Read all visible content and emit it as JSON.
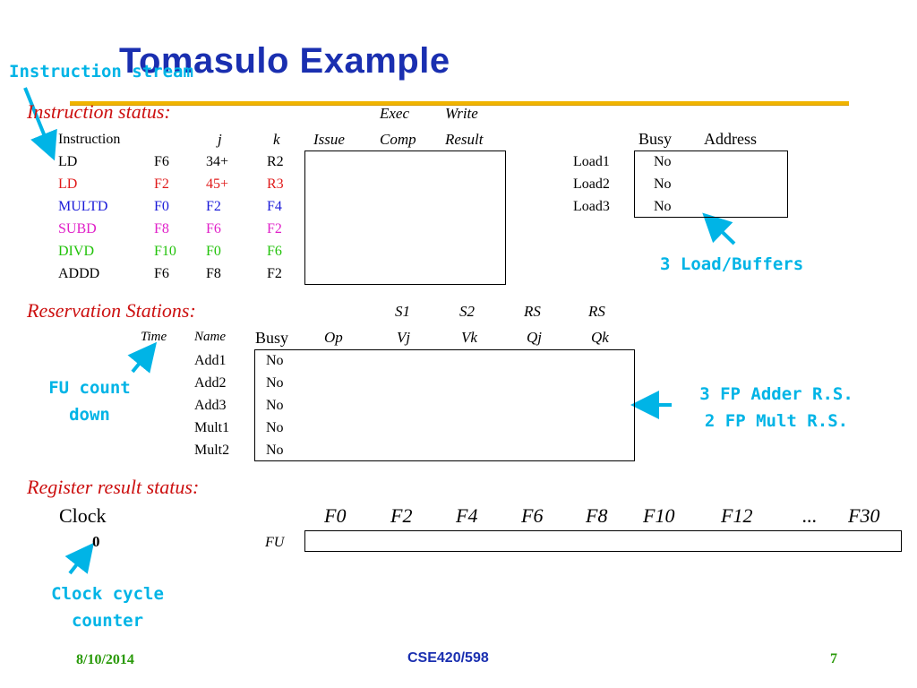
{
  "slide": {
    "title": "Tomasulo Example",
    "footer": {
      "date": "8/10/2014",
      "course": "CSE420/598",
      "page": "7"
    }
  },
  "annotations": {
    "instruction_stream": "Instruction stream",
    "load_buffers": "3 Load/Buffers",
    "fu_count_line1": "FU count",
    "fu_count_line2": "down",
    "rs_line1": "3 FP Adder R.S.",
    "rs_line2": "2 FP Mult R.S.",
    "clock_line1": "Clock cycle",
    "clock_line2": "counter"
  },
  "instruction_status": {
    "heading": "Instruction status:",
    "top_headers": {
      "exec": "Exec",
      "write": "Write"
    },
    "headers": {
      "instruction": "Instruction",
      "j": "j",
      "k": "k",
      "issue": "Issue",
      "comp": "Comp",
      "result": "Result"
    },
    "rows": [
      {
        "op": "LD",
        "dest": "F6",
        "j": "34+",
        "k": "R2",
        "color": "#000000"
      },
      {
        "op": "LD",
        "dest": "F2",
        "j": "45+",
        "k": "R3",
        "color": "#e01b1b"
      },
      {
        "op": "MULTD",
        "dest": "F0",
        "j": "F2",
        "k": "F4",
        "color": "#1a1ad8"
      },
      {
        "op": "SUBD",
        "dest": "F8",
        "j": "F6",
        "k": "F2",
        "color": "#e020c8"
      },
      {
        "op": "DIVD",
        "dest": "F10",
        "j": "F0",
        "k": "F6",
        "color": "#22c20a"
      },
      {
        "op": "ADDD",
        "dest": "F6",
        "j": "F8",
        "k": "F2",
        "color": "#000000"
      }
    ]
  },
  "load_buffers": {
    "headers": {
      "busy": "Busy",
      "address": "Address"
    },
    "rows": [
      {
        "name": "Load1",
        "busy": "No"
      },
      {
        "name": "Load2",
        "busy": "No"
      },
      {
        "name": "Load3",
        "busy": "No"
      }
    ]
  },
  "reservation_stations": {
    "heading": "Reservation Stations:",
    "top_headers": {
      "s1": "S1",
      "s2": "S2",
      "rs1": "RS",
      "rs2": "RS"
    },
    "headers": {
      "time": "Time",
      "name": "Name",
      "busy": "Busy",
      "op": "Op",
      "vj": "Vj",
      "vk": "Vk",
      "qj": "Qj",
      "qk": "Qk"
    },
    "rows": [
      {
        "name": "Add1",
        "busy": "No"
      },
      {
        "name": "Add2",
        "busy": "No"
      },
      {
        "name": "Add3",
        "busy": "No"
      },
      {
        "name": "Mult1",
        "busy": "No"
      },
      {
        "name": "Mult2",
        "busy": "No"
      }
    ]
  },
  "register_status": {
    "heading": "Register result status:",
    "clock_label": "Clock",
    "clock_value": "0",
    "fu_label": "FU",
    "registers": [
      "F0",
      "F2",
      "F4",
      "F6",
      "F8",
      "F10",
      "F12",
      "...",
      "F30"
    ]
  },
  "colors": {
    "title": "#1a2fb0",
    "section": "#cc1010",
    "annotation": "#00b4e6",
    "rule": "#f0b400",
    "footer": "#2a9a0a"
  }
}
